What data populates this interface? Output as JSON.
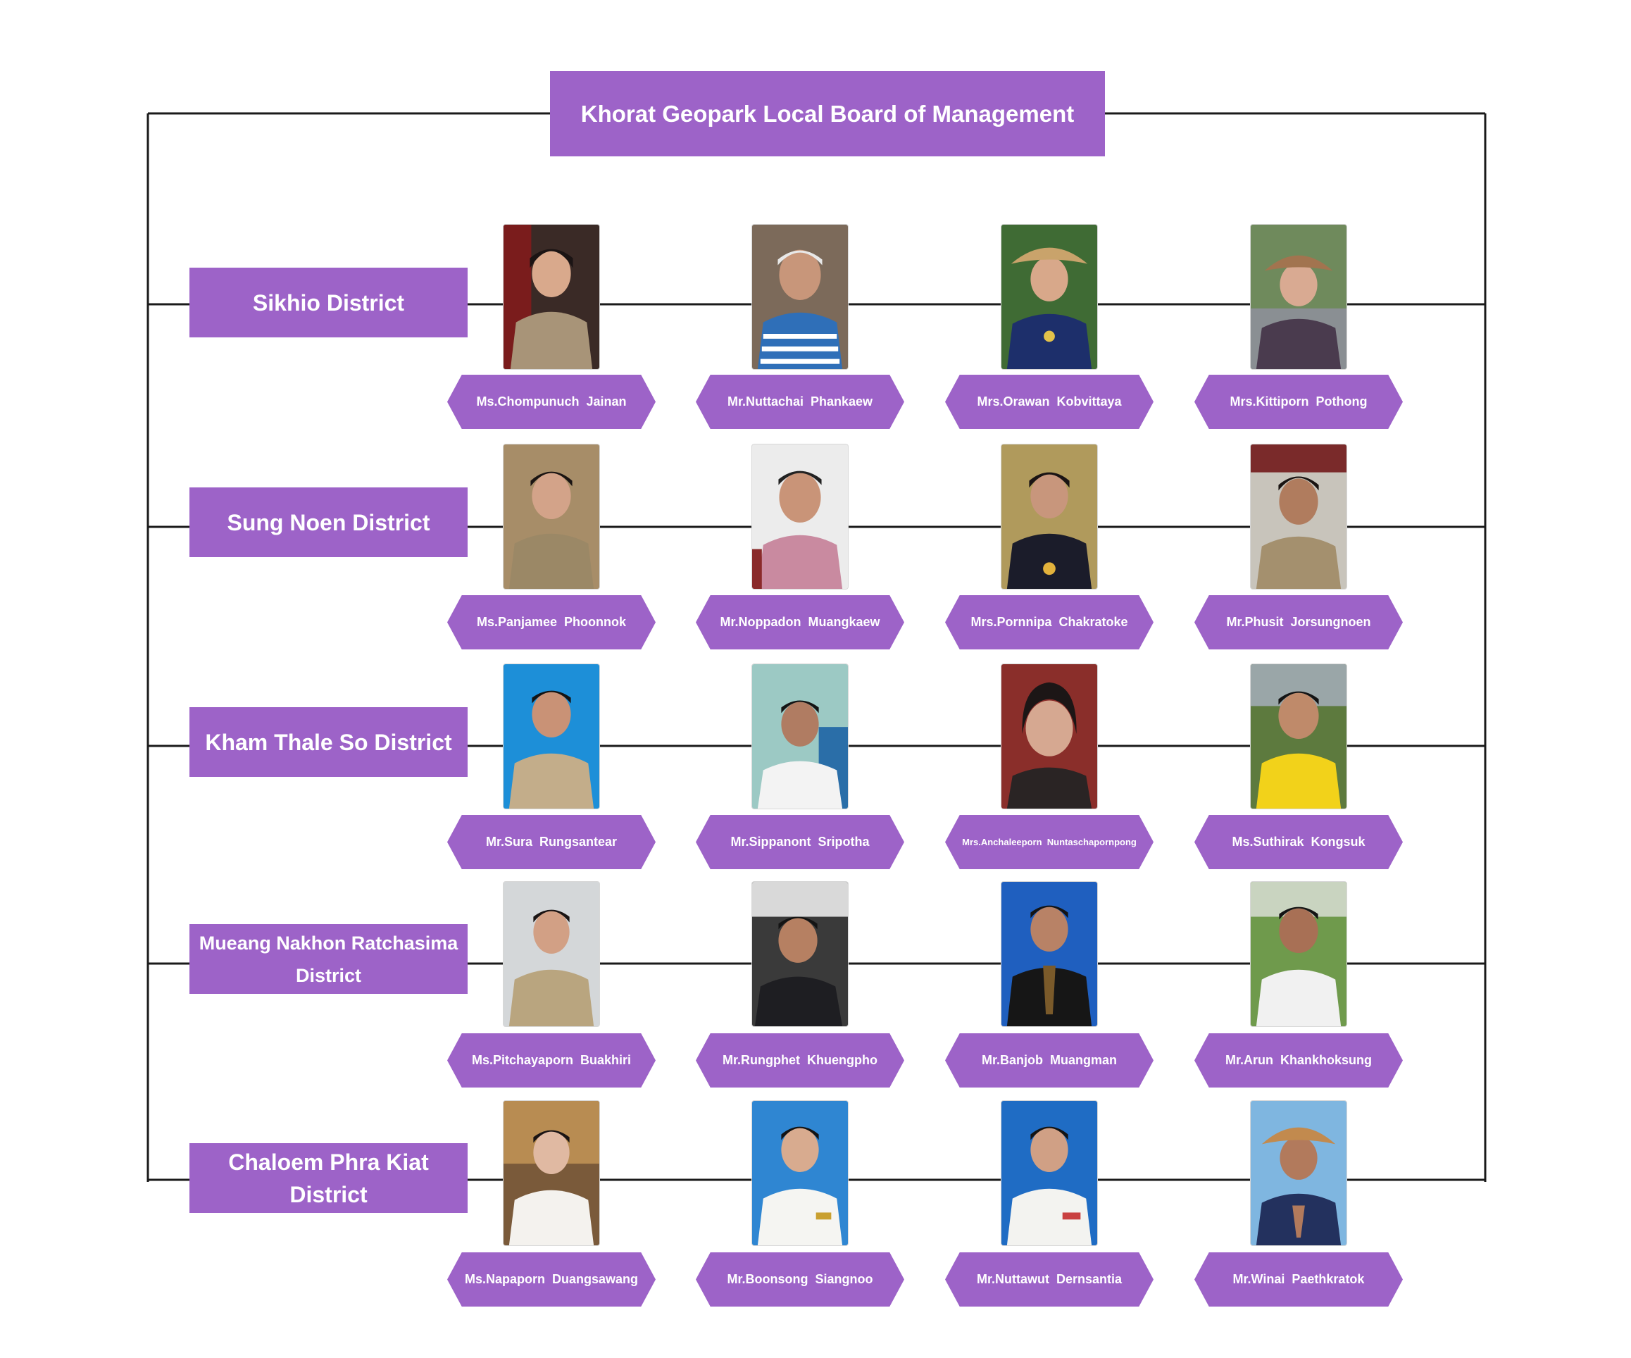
{
  "title": "Khorat Geopark Local Board of Management",
  "colors": {
    "accent": "#9d63c8",
    "text": "#ffffff",
    "line": "#1a1a1a"
  },
  "districts": [
    {
      "name": "Sikhio District",
      "members": [
        {
          "name": "Ms.Chompunuch  Jainan"
        },
        {
          "name": "Mr.Nuttachai  Phankaew"
        },
        {
          "name": "Mrs.Orawan  Kobvittaya"
        },
        {
          "name": "Mrs.Kittiporn  Pothong"
        }
      ]
    },
    {
      "name": "Sung Noen District",
      "members": [
        {
          "name": "Ms.Panjamee  Phoonnok"
        },
        {
          "name": "Mr.Noppadon  Muangkaew"
        },
        {
          "name": "Mrs.Pornnipa  Chakratoke"
        },
        {
          "name": "Mr.Phusit  Jorsungnoen"
        }
      ]
    },
    {
      "name": "Kham Thale So District",
      "members": [
        {
          "name": "Mr.Sura  Rungsantear"
        },
        {
          "name": "Mr.Sippanont  Sripotha"
        },
        {
          "name": "Mrs.Anchaleeporn  Nuntaschapornpong"
        },
        {
          "name": "Ms.Suthirak  Kongsuk"
        }
      ]
    },
    {
      "name": "Mueang Nakhon Ratchasima District",
      "members": [
        {
          "name": "Ms.Pitchayaporn  Buakhiri"
        },
        {
          "name": "Mr.Rungphet  Khuengpho"
        },
        {
          "name": "Mr.Banjob  Muangman"
        },
        {
          "name": "Mr.Arun  Khankhoksung"
        }
      ]
    },
    {
      "name": "Chaloem Phra Kiat District",
      "members": [
        {
          "name": "Ms.Napaporn  Duangsawang"
        },
        {
          "name": "Mr.Boonsong  Siangnoo"
        },
        {
          "name": "Mr.Nuttawut  Dernsantia"
        },
        {
          "name": "Mr.Winai  Paethkratok"
        }
      ]
    }
  ]
}
